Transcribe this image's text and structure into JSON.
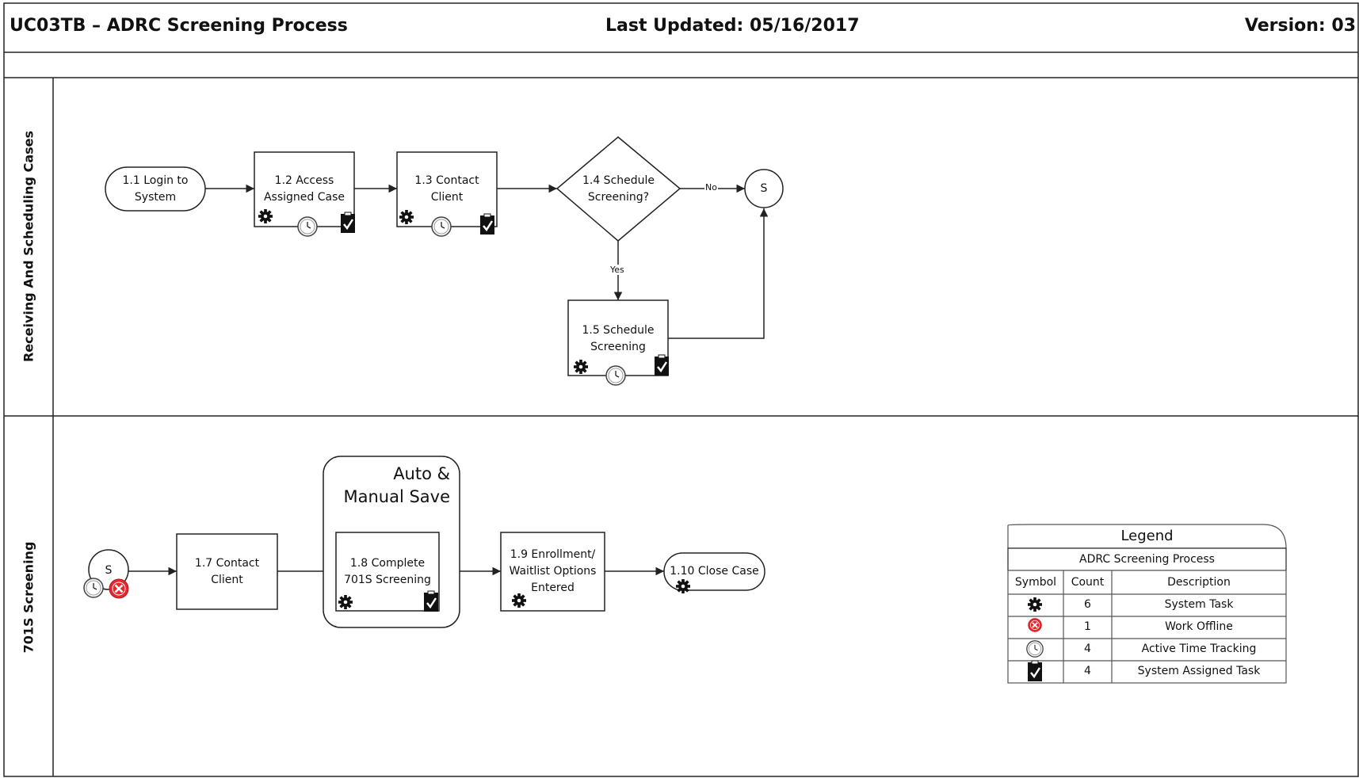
{
  "header": {
    "title": "UC03TB – ADRC Screening Process",
    "last_updated": "Last Updated: 05/16/2017",
    "version": "Version: 03"
  },
  "lanes": [
    {
      "label": "Receiving And Scheduling Cases"
    },
    {
      "label": "701S Screening"
    }
  ],
  "nodes": {
    "n1_1": "1.1 Login to\nSystem",
    "n1_2": "1.2 Access\nAssigned Case",
    "n1_3": "1.3 Contact\nClient",
    "n1_4": "1.4 Schedule\nScreening?",
    "s_end": "S",
    "n1_5": "1.5 Schedule\nScreening",
    "s_start": "S",
    "n1_7": "1.7 Contact\nClient",
    "n1_8": "1.8 Complete\n701S Screening",
    "n1_9": "1.9 Enrollment/\nWaitlist Options\nEntered",
    "n1_10": "1.10 Close Case"
  },
  "edge_labels": {
    "no": "No",
    "yes": "Yes"
  },
  "group": {
    "title": "Auto &\nManual Save"
  },
  "legend": {
    "title": "Legend",
    "subtitle": "ADRC Screening Process",
    "headers": [
      "Symbol",
      "Count",
      "Description"
    ],
    "rows": [
      {
        "icon": "gear-icon",
        "count": "6",
        "description": "System Task"
      },
      {
        "icon": "work-offline-icon",
        "count": "1",
        "description": "Work Offline"
      },
      {
        "icon": "clock-icon",
        "count": "4",
        "description": "Active Time Tracking"
      },
      {
        "icon": "clipboard-check-icon",
        "count": "4",
        "description": "System Assigned Task"
      }
    ]
  },
  "colors": {
    "line": "#222222",
    "offline_red": "#e8262c"
  }
}
